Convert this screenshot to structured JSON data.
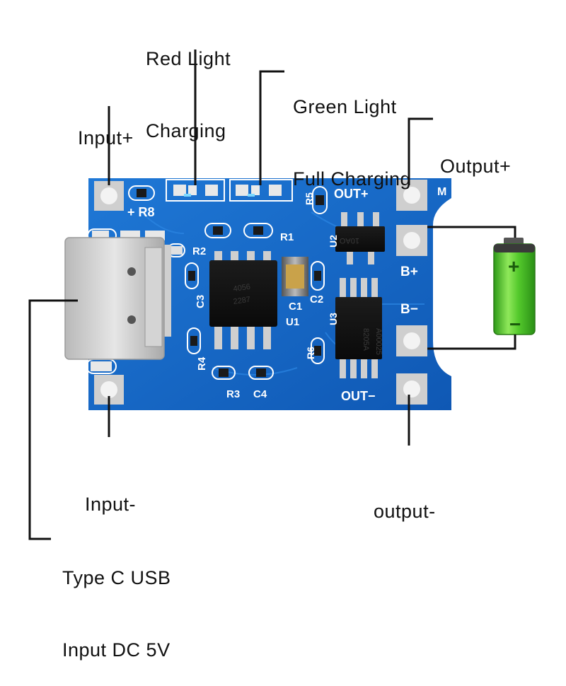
{
  "callouts": {
    "red_light": [
      "Red Light",
      "Charging"
    ],
    "green_light": [
      "Green Light",
      "Full Charging"
    ],
    "input_plus": "Input+",
    "output_plus": "Output+",
    "input_minus": "Input-",
    "output_minus": "output-",
    "type_c": [
      "Type C USB",
      "Input DC 5V"
    ]
  },
  "silkscreen": {
    "plus_r8": "+ R8",
    "r5": "R5",
    "out_plus": "OUT+",
    "m": "M",
    "r1": "R1",
    "r2": "R2",
    "u2": "U2",
    "c3": "C3",
    "c1": "C1",
    "c2": "C2",
    "u1": "U1",
    "b_plus": "B+",
    "b_minus": "B−",
    "u3": "U3",
    "r6": "R6",
    "r4": "R4",
    "r3": "R3",
    "c4": "C4",
    "out_minus": "OUT−"
  },
  "chips": {
    "u1_line1": "4056",
    "u1_line2": "2287",
    "u2_text": "10AO",
    "u3_line1": "8205A",
    "u3_line2": "A00025"
  },
  "battery": {
    "plus": "+",
    "minus": "−"
  },
  "colors": {
    "pcb": "#1565c8",
    "silkscreen": "#ffffff",
    "pad": "#d9d9d9",
    "battery_green": "#4cc22a"
  }
}
